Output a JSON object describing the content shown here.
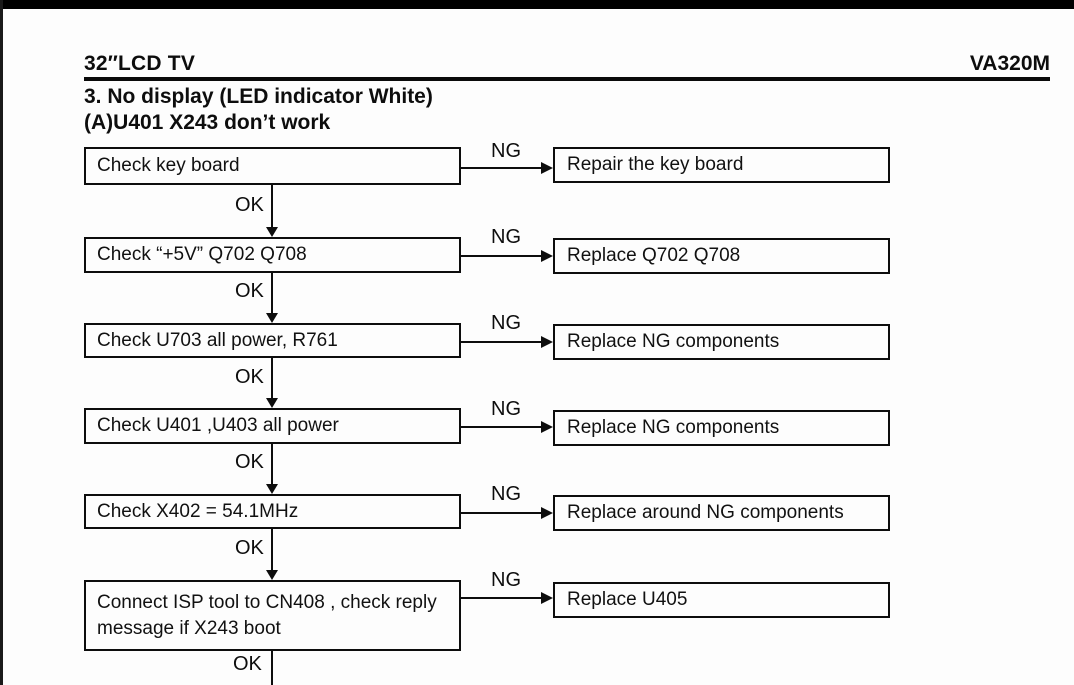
{
  "header": {
    "product": "32″LCD TV",
    "model": "VA320M"
  },
  "title": "3. No display (LED indicator White)",
  "subtitle": "(A)U401 X243 don’t work",
  "labels": {
    "ok": "OK",
    "ng": "NG"
  },
  "colors": {
    "ink": "#0d0d0d",
    "page_bg": "#fdfdfd",
    "scan_edge": "#000000"
  },
  "flowchart": {
    "rows": [
      {
        "check": "Check key board",
        "action": "Repair the key board"
      },
      {
        "check": "Check “+5V” Q702 Q708",
        "action": "Replace Q702 Q708"
      },
      {
        "check": "Check U703 all power, R761",
        "action": "Replace NG components"
      },
      {
        "check": "Check U401 ,U403 all power",
        "action": "Replace NG components"
      },
      {
        "check": "Check X402 = 54.1MHz",
        "action": "Replace around NG components"
      },
      {
        "check": "Connect ISP tool to CN408 , check reply message if X243 boot",
        "action": "Replace U405"
      }
    ],
    "continuation_label": "OK"
  }
}
